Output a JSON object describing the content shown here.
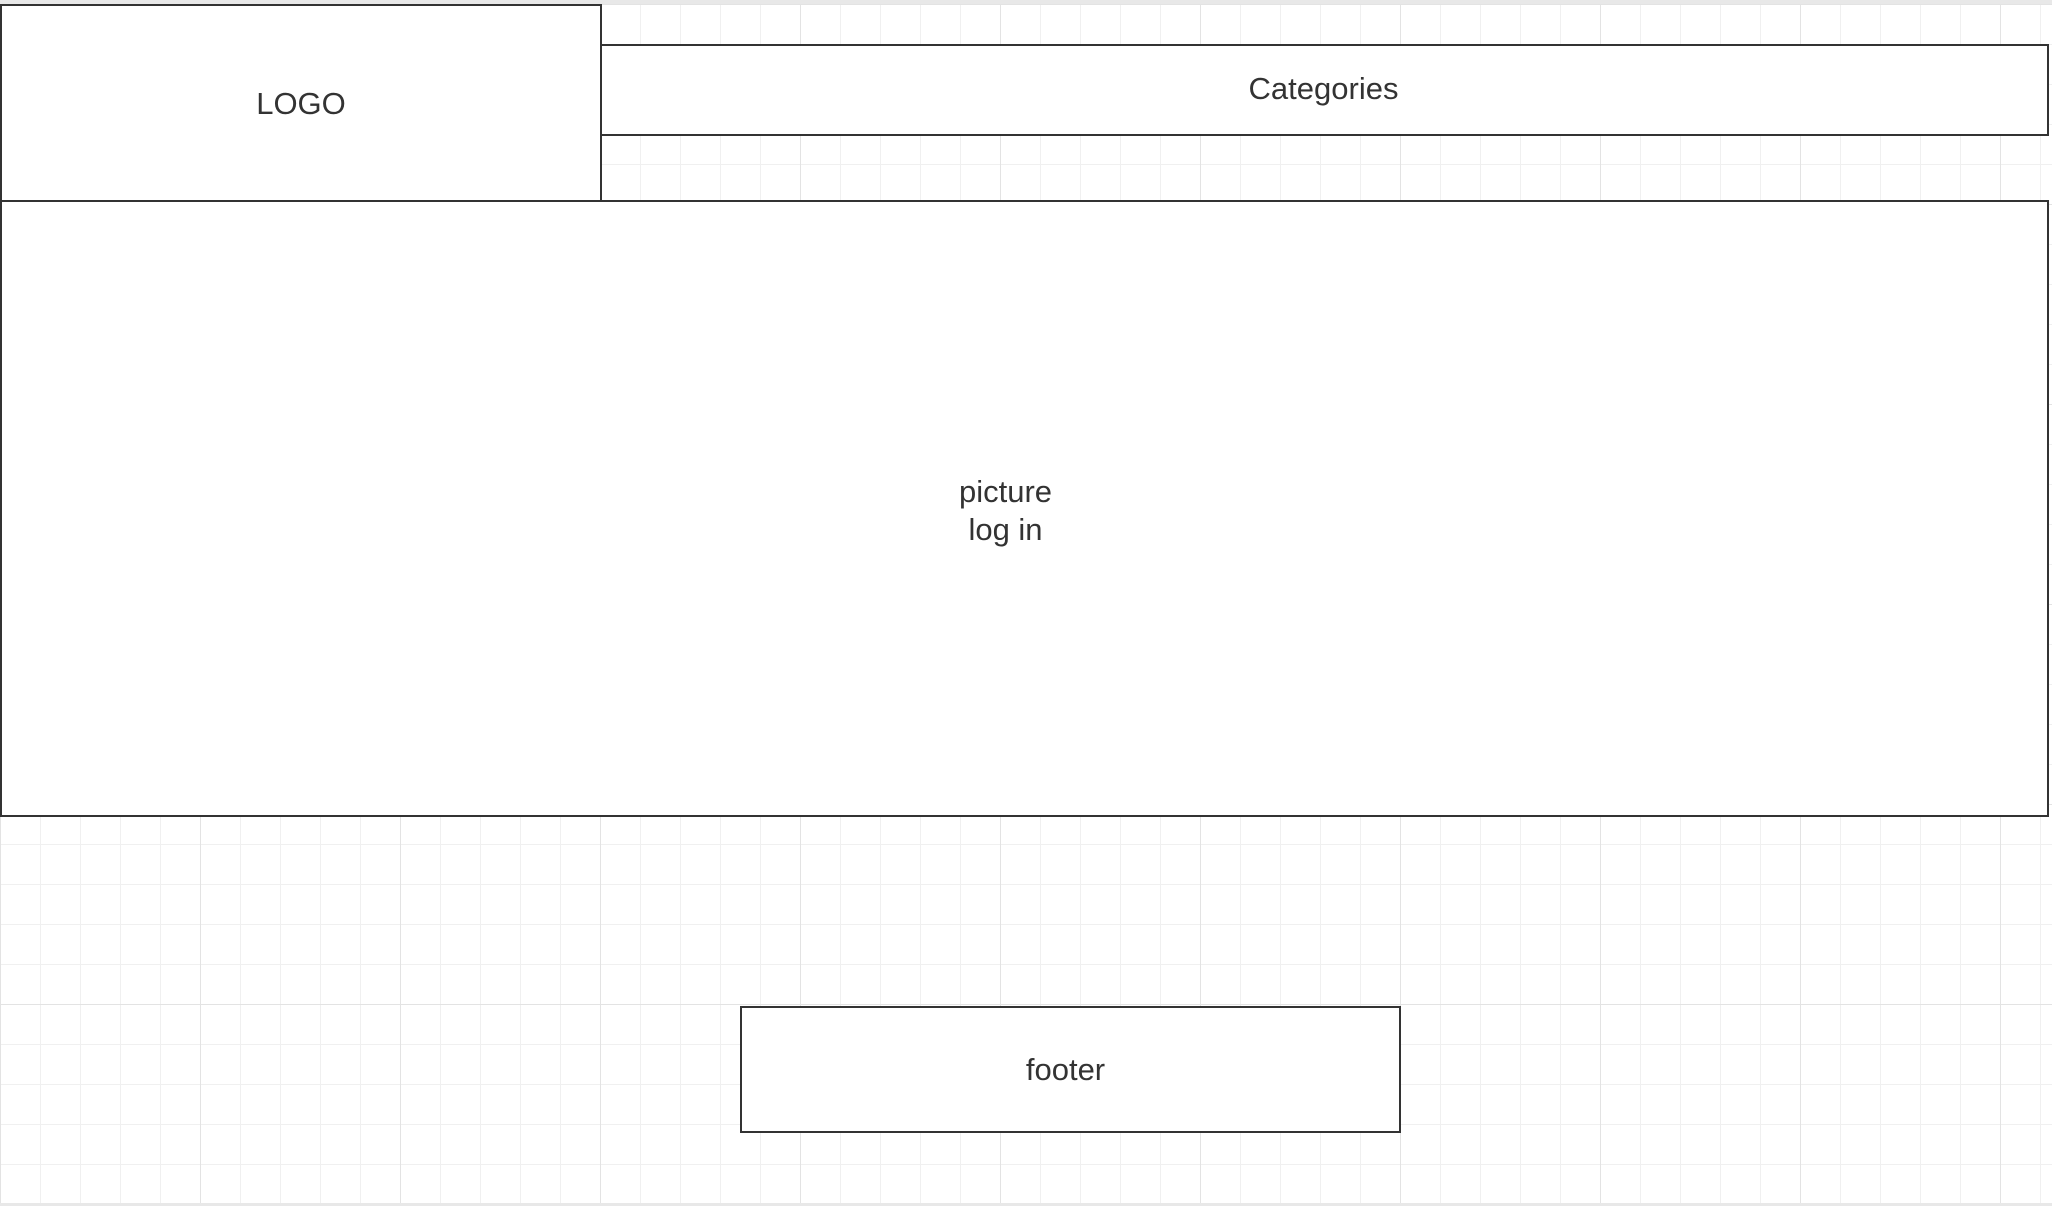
{
  "header": {
    "logo_label": "LOGO",
    "categories_label": "Categories"
  },
  "main": {
    "line1": "picture",
    "line2": "log in"
  },
  "footer": {
    "label": "footer"
  },
  "colors": {
    "stroke": "#333333",
    "fill": "#ffffff",
    "grid": "#e3e3e3"
  }
}
